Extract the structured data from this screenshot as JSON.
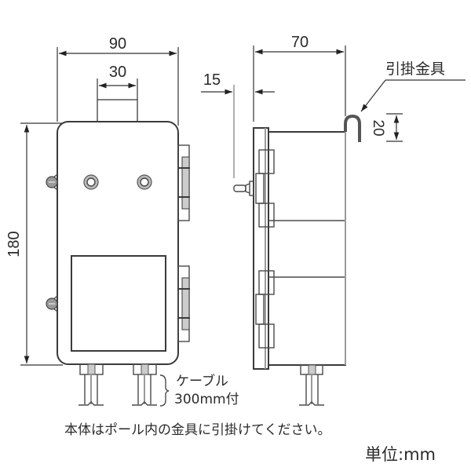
{
  "drawing": {
    "front_view": {
      "width_dim": "90",
      "tab_width_dim": "30",
      "height_dim": "180"
    },
    "side_view": {
      "depth_dim": "70",
      "offset_dim": "15",
      "hook_height_dim": "20",
      "hook_label": "引掛金具"
    },
    "cable_note": {
      "line1": "ケーブル",
      "line2": "300mm付"
    },
    "instruction": "本体はポール内の金具に引掛けてください。",
    "unit_label": "単位:mm",
    "colors": {
      "line": "#4a4a4a",
      "background": "#ffffff"
    }
  }
}
